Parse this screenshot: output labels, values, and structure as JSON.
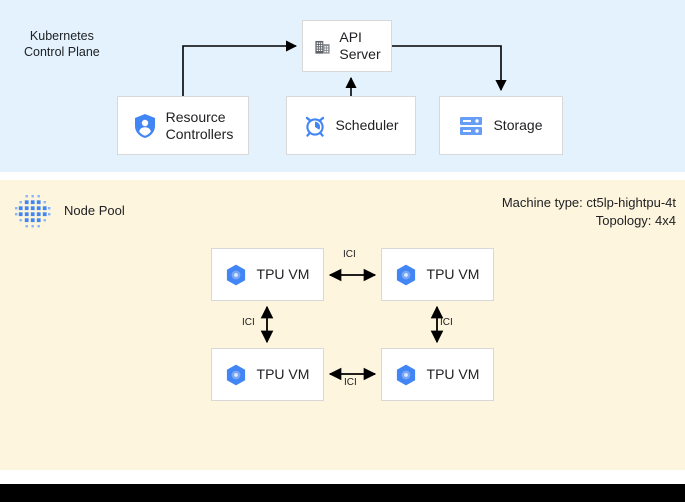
{
  "colors": {
    "control_plane_bg": "#e3f2fd",
    "node_pool_bg": "#fdf5dd",
    "accent_blue": "#4285f4",
    "icon_gray": "#5f6368",
    "box_bg": "#ffffff",
    "box_border": "#d8d8d8",
    "connector": "#000000",
    "bottom_bar": "#000000",
    "text": "#202124"
  },
  "control_plane": {
    "title": "Kubernetes\nControl Plane",
    "nodes": [
      {
        "id": "api-server",
        "label": "API\nServer",
        "icon": "building-icon"
      },
      {
        "id": "resource-controllers",
        "label": "Resource\nControllers",
        "icon": "shield-person-icon"
      },
      {
        "id": "scheduler",
        "label": "Scheduler",
        "icon": "alarm-clock-icon"
      },
      {
        "id": "storage",
        "label": "Storage",
        "icon": "server-rack-icon"
      }
    ],
    "connections": [
      {
        "from": "resource-controllers",
        "to": "api-server",
        "style": "elbow-up-right",
        "arrow": "to"
      },
      {
        "from": "scheduler",
        "to": "api-server",
        "style": "vertical",
        "arrow": "to"
      },
      {
        "from": "api-server",
        "to": "storage",
        "style": "elbow-right-down",
        "arrow": "to"
      }
    ]
  },
  "node_pool": {
    "title": "Node Pool",
    "icon": "dot-grid-icon",
    "machine_type": "Machine type: ct5lp-hightpu-4t",
    "topology": "Topology: 4x4",
    "vms": [
      {
        "id": "tpu-vm-1",
        "label": "TPU VM",
        "icon": "tpu-hexagon-icon",
        "row": 0,
        "col": 0
      },
      {
        "id": "tpu-vm-2",
        "label": "TPU VM",
        "icon": "tpu-hexagon-icon",
        "row": 0,
        "col": 1
      },
      {
        "id": "tpu-vm-3",
        "label": "TPU VM",
        "icon": "tpu-hexagon-icon",
        "row": 1,
        "col": 0
      },
      {
        "id": "tpu-vm-4",
        "label": "TPU VM",
        "icon": "tpu-hexagon-icon",
        "row": 1,
        "col": 1
      }
    ],
    "links": [
      {
        "id": "ici-top",
        "label": "ICI",
        "from": "tpu-vm-1",
        "to": "tpu-vm-2",
        "direction": "bidirectional",
        "orientation": "horizontal"
      },
      {
        "id": "ici-bottom",
        "label": "ICI",
        "from": "tpu-vm-3",
        "to": "tpu-vm-4",
        "direction": "bidirectional",
        "orientation": "horizontal"
      },
      {
        "id": "ici-left",
        "label": "ICI",
        "from": "tpu-vm-1",
        "to": "tpu-vm-3",
        "direction": "bidirectional",
        "orientation": "vertical"
      },
      {
        "id": "ici-right",
        "label": "ICI",
        "from": "tpu-vm-2",
        "to": "tpu-vm-4",
        "direction": "bidirectional",
        "orientation": "vertical"
      }
    ]
  }
}
